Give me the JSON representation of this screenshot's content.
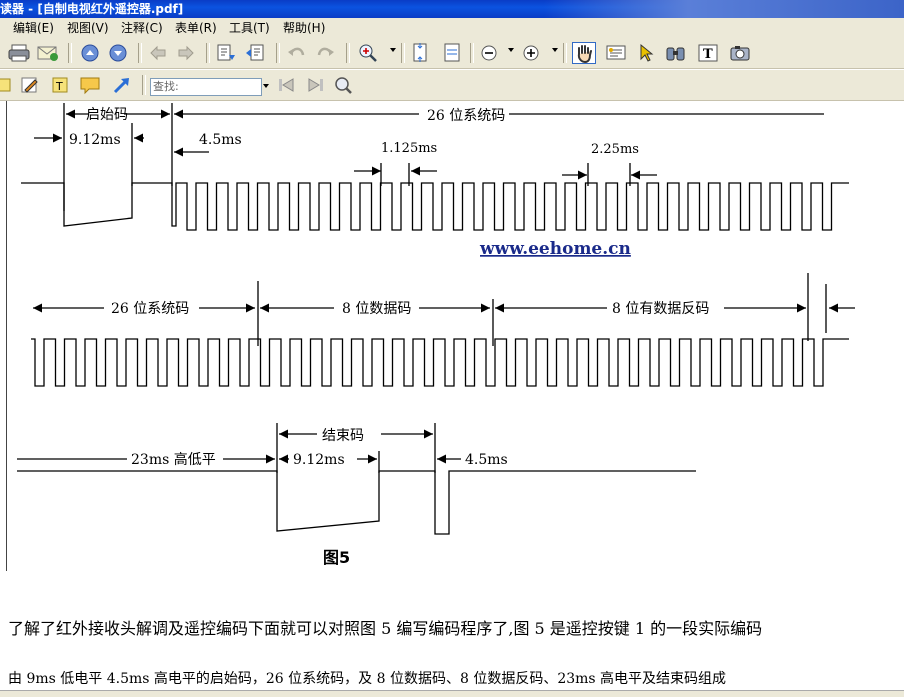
{
  "window": {
    "title": "读器 - [自制电视红外遥控器.pdf]"
  },
  "menu": [
    {
      "key": "edit",
      "label": "编辑(E)"
    },
    {
      "key": "view",
      "label": "视图(V)"
    },
    {
      "key": "comment",
      "label": "注释(C)"
    },
    {
      "key": "form",
      "label": "表单(R)"
    },
    {
      "key": "tools",
      "label": "工具(T)"
    },
    {
      "key": "help",
      "label": "帮助(H)"
    }
  ],
  "toolbar": {
    "search_placeholder": "查找:"
  },
  "figure": {
    "label_start_code": "启始码",
    "label_system_code_top": "26 位系统码",
    "label_912_top": "9.12ms",
    "label_45_top": "4.5ms",
    "label_1125": "1.125ms",
    "label_225": "2.25ms",
    "watermark": "www.eehome.cn",
    "label_system_code_mid": "26 位系统码",
    "label_data_code": "8 位数据码",
    "label_data_inverse": "8 位有数据反码",
    "label_end_code": "结束码",
    "label_23ms": "23ms 高低平",
    "label_912_bottom": "9.12ms",
    "label_45_bottom": "4.5ms",
    "caption": "图5"
  },
  "body": {
    "paragraph1": "了解了红外接收头解调及遥控编码下面就可以对照图 5 编写编码程序了,图 5 是遥控按键 1 的一段实际编码",
    "paragraph2": "由 9ms 低电平 4.5ms 高电平的启始码，26 位系统码，及 8 位数据码、8 位数据反码、23ms 高电平及结束码组成"
  }
}
